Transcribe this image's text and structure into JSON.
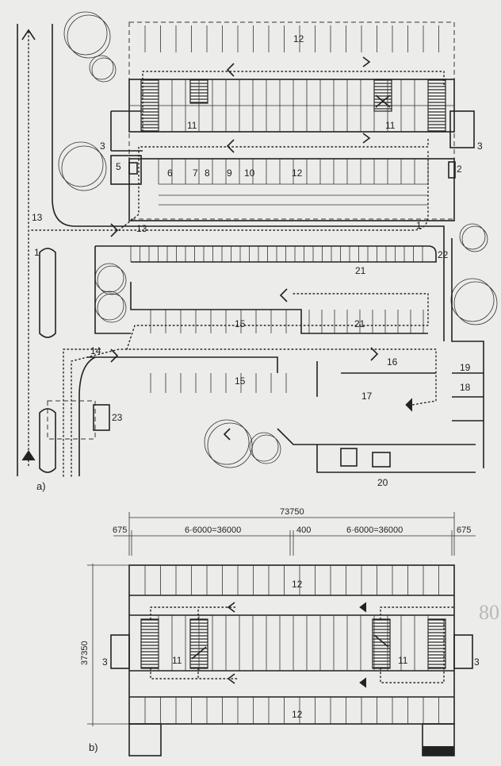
{
  "plan_a": {
    "caption": "a)",
    "labels": {
      "l1a": "1",
      "l1b": "1",
      "l2": "2",
      "l3a": "3",
      "l3b": "3",
      "l5": "5",
      "l6": "6",
      "l7": "7",
      "l8": "8",
      "l9": "9",
      "l10": "10",
      "l11a": "11",
      "l11b": "11",
      "l12a": "12",
      "l12b": "12",
      "l13a": "13",
      "l13b": "13",
      "l14": "14",
      "l15a": "15",
      "l15b": "15",
      "l16": "16",
      "l17": "17",
      "l18": "18",
      "l19": "19",
      "l20": "20",
      "l21a": "21",
      "l21b": "21",
      "l22": "22",
      "l23": "23"
    }
  },
  "plan_b": {
    "caption": "b)",
    "dimensions": {
      "total_width": "73750",
      "edge_left": "675",
      "bays_left": "6·6000=36000",
      "gap": "400",
      "bays_right": "6·6000=36000",
      "edge_right": "675",
      "depth": "37350"
    },
    "labels": {
      "l12a": "12",
      "l12b": "12",
      "l11a": "11",
      "l11b": "11",
      "l3a": "3",
      "l3b": "3"
    }
  },
  "margin_note": "80"
}
